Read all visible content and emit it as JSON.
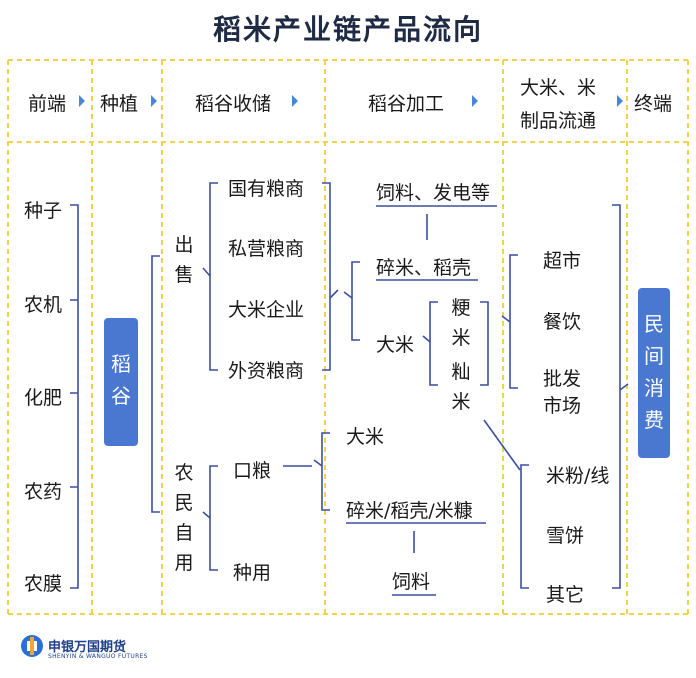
{
  "title": "稻米产业链产品流向",
  "columns": {
    "c1": "前端",
    "c2": "种植",
    "c3": "稻谷收储",
    "c4": "稻谷加工",
    "c5_line1": "大米、米",
    "c5_line2": "制品流通",
    "c6": "终端"
  },
  "inputs": [
    "种子",
    "农机",
    "化肥",
    "农药",
    "农膜"
  ],
  "planting_box": "稻谷",
  "storage": {
    "sale_label": "出售",
    "sale_items": [
      "国有粮商",
      "私营粮商",
      "大米企业",
      "外资粮商"
    ],
    "self_label": "农民自用",
    "self_items": [
      "口粮",
      "种用"
    ]
  },
  "processing": {
    "feed_power": "饲料、发电等",
    "broken_husk": "碎米、稻壳",
    "rice": "大米",
    "japonica": "粳米",
    "indica": "籼米",
    "rice2": "大米",
    "broken_husk_bran": "碎米/稻壳/米糠",
    "feed": "饲料"
  },
  "circulation": {
    "outlets": [
      "超市",
      "餐饮",
      "批发市场"
    ],
    "products": [
      "米粉/线",
      "雪饼",
      "其它"
    ]
  },
  "terminal_box": "民间消费",
  "logo": {
    "name": "申银万国期货",
    "sub": "SHENYIN & WANGUO FUTURES"
  },
  "colors": {
    "accent_blue": "#4a78d0",
    "dash_yellow": "#f2d24a",
    "line_blue": "#3b4fa0"
  }
}
